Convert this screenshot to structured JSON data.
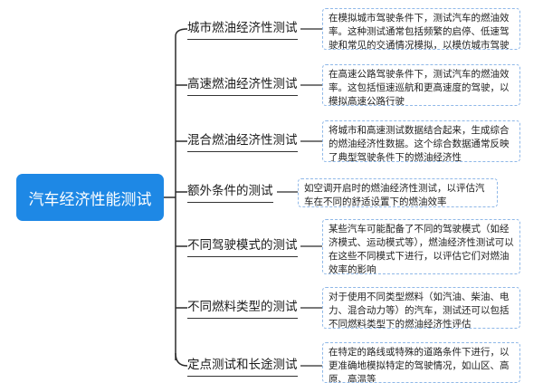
{
  "root": {
    "label": "汽车经济性能测试"
  },
  "branches": [
    {
      "label": "城市燃油经济性测试",
      "note": "在模拟城市驾驶条件下，测试汽车的燃油效率。这种测试通常包括频繁的启停、低速驾驶和常见的交通情况模拟，以模仿城市驾驶"
    },
    {
      "label": "高速燃油经济性测试",
      "note": "在高速公路驾驶条件下，测试汽车的燃油效率。这包括恒速巡航和更高速度的驾驶，以模拟高速公路行驶"
    },
    {
      "label": "混合燃油经济性测试",
      "note": "将城市和高速测试数据结合起来，生成综合的燃油经济性数据。这个综合数据通常反映了典型驾驶条件下的燃油经济性"
    },
    {
      "label": "额外条件的测试",
      "note": "如空调开启时的燃油经济性测试，以评估汽车在不同的舒适设置下的燃油效率"
    },
    {
      "label": "不同驾驶模式的测试",
      "note": "某些汽车可能配备了不同的驾驶模式（如经济模式、运动模式等），燃油经济性测试可以在这些不同模式下进行，以评估它们对燃油效率的影响"
    },
    {
      "label": "不同燃料类型的测试",
      "note": "对于使用不同类型燃料（如汽油、柴油、电力、混合动力等）的汽车，测试还可以包括不同燃料类型下的燃油经济性评估"
    },
    {
      "label": "定点测试和长途测试",
      "note": "在特定的路线或特殊的道路条件下进行，以更准确地模拟特定的驾驶情况，如山区、高原、高温等"
    }
  ],
  "colors": {
    "root_fill": "#1e88e5",
    "line": "#2b2b2b",
    "note_border": "#8fb8e8"
  }
}
